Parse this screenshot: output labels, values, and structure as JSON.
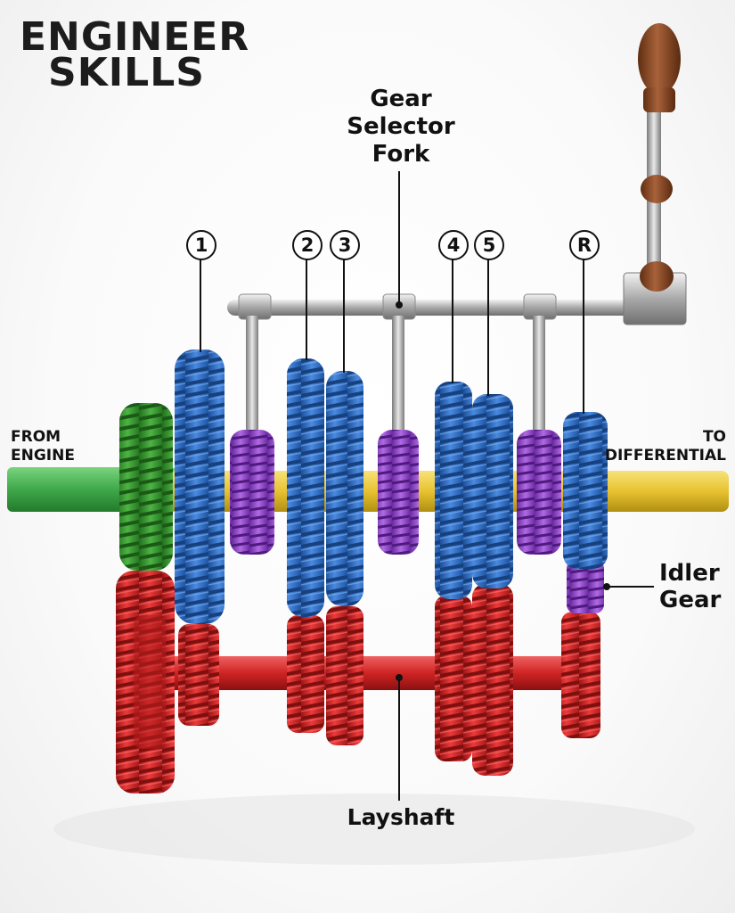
{
  "brand": {
    "line1": "ENGINEER",
    "line2": "SKILLS"
  },
  "labels": {
    "selector": [
      "Gear",
      "Selector",
      "Fork"
    ],
    "from": [
      "FROM",
      "ENGINE"
    ],
    "to": [
      "TO",
      "DIFFERENTIAL"
    ],
    "idler": [
      "Idler",
      "Gear"
    ],
    "layshaft": "Layshaft"
  },
  "gear_numbers": [
    "1",
    "2",
    "3",
    "4",
    "5",
    "R"
  ],
  "colors": {
    "main_gear": "#2f6fc0",
    "layshaft_gear": "#d42a2a",
    "input_gear": "#3e9a34",
    "synchro": "#9048c4",
    "output_shaft": "#e8c230",
    "input_shaft": "#3fa84a",
    "knob": "#8a4a24"
  }
}
